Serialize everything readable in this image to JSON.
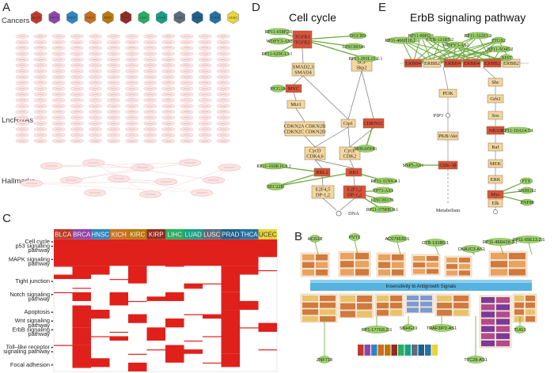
{
  "panels": {
    "A": {
      "label": "A",
      "side_labels": {
        "cancers": "Cancers",
        "lncrnas": "LncRNAs",
        "hallmarks": "Hallmarks"
      },
      "cancers": [
        {
          "abbr": "BLCA",
          "color": "#c0392b"
        },
        {
          "abbr": "BRCA",
          "color": "#8e44ad"
        },
        {
          "abbr": "HNSC",
          "color": "#2e86c1"
        },
        {
          "abbr": "KICH",
          "color": "#ca6f1e"
        },
        {
          "abbr": "KIRC",
          "color": "#b9770e"
        },
        {
          "abbr": "KIRP",
          "color": "#922b21"
        },
        {
          "abbr": "LIHC",
          "color": "#27ae60"
        },
        {
          "abbr": "LUAD",
          "color": "#16a085"
        },
        {
          "abbr": "LUSC",
          "color": "#5d6d7e"
        },
        {
          "abbr": "PRAD",
          "color": "#1f618d"
        },
        {
          "abbr": "THCA",
          "color": "#2471a3"
        },
        {
          "abbr": "UCEC",
          "color": "#e9d43c"
        }
      ]
    },
    "C": {
      "label": "C",
      "pathways": [
        {
          "name": "Cell cycle",
          "row": 0
        },
        {
          "name": "p53 signaling",
          "row": 1
        },
        {
          "name": "pathway",
          "row": 2
        },
        {
          "name": "MAPK signaling",
          "row": 4
        },
        {
          "name": "pathway",
          "row": 5
        },
        {
          "name": "Tight junction",
          "row": 9
        },
        {
          "name": "Notch signaling",
          "row": 12
        },
        {
          "name": "pathway",
          "row": 13
        },
        {
          "name": "Apoptosis",
          "row": 16
        },
        {
          "name": "Wnt signaling",
          "row": 18
        },
        {
          "name": "pathway",
          "row": 19
        },
        {
          "name": "ErbB signaling",
          "row": 20
        },
        {
          "name": "pathway",
          "row": 21
        },
        {
          "name": "Toll–like receptor",
          "row": 24
        },
        {
          "name": "signaling pathway",
          "row": 25
        },
        {
          "name": "Focal adhesion",
          "row": 28
        }
      ]
    },
    "D": {
      "label": "D",
      "title": "Cell cycle",
      "genes": [
        {
          "id": "tgfb",
          "lines": [
            "TGFB1",
            "TGFB2"
          ],
          "fill": "#d9533a"
        },
        {
          "id": "smad",
          "lines": [
            "SMAD2,3",
            "SMAD4"
          ],
          "fill": "#f3d7a0"
        },
        {
          "id": "scf",
          "lines": [
            "SCF",
            "Skp2"
          ],
          "fill": "#f3d7a0"
        },
        {
          "id": "myc",
          "lines": [
            "MYC"
          ],
          "fill": "#d9533a"
        },
        {
          "id": "miz1",
          "lines": [
            "Miz1"
          ],
          "fill": "#f3d7a0"
        },
        {
          "id": "cdkn2",
          "lines": [
            "CDKN2A CDKN2B",
            "CDKN2C CDKN2D"
          ],
          "fill": "#f3d7a0"
        },
        {
          "id": "cip1",
          "lines": [
            "Cip1"
          ],
          "fill": "#f3d7a0"
        },
        {
          "id": "cdkn1c",
          "lines": [
            "CDKN1C"
          ],
          "fill": "#d9533a"
        },
        {
          "id": "cycd",
          "lines": [
            "CycD",
            "CDK4,6"
          ],
          "fill": "#f3d7a0"
        },
        {
          "id": "cyce",
          "lines": [
            "CycE",
            "CDK2"
          ],
          "fill": "#f3d7a0"
        },
        {
          "id": "rbl2",
          "lines": [
            "RBL2"
          ],
          "fill": "#d9533a"
        },
        {
          "id": "rb1",
          "lines": [
            "RB1"
          ],
          "fill": "#d9533a"
        },
        {
          "id": "e2f45",
          "lines": [
            "E2F4,5",
            "DP-1,2"
          ],
          "fill": "#f3d7a0"
        },
        {
          "id": "e2f12",
          "lines": [
            "E2F1,2",
            "DP-1,2"
          ],
          "fill": "#d9533a"
        }
      ],
      "lncrnas": [
        {
          "id": "l1",
          "text": "RP11-658F2.1"
        },
        {
          "id": "l2",
          "text": "WDFY3-AS2"
        },
        {
          "id": "l3",
          "text": "RP11-629G13.1"
        },
        {
          "id": "l4",
          "text": "DGCR9"
        },
        {
          "id": "l5",
          "text": "LINC00341"
        },
        {
          "id": "l6",
          "text": "RP11-291L15.2.1"
        },
        {
          "id": "l7",
          "text": "HCG18"
        },
        {
          "id": "l8",
          "text": "MIR205HG"
        },
        {
          "id": "l9",
          "text": "RP11-169K16.9.1"
        },
        {
          "id": "l10",
          "text": "SEC22B"
        },
        {
          "id": "l11",
          "text": "RP11-11N9.4.1"
        },
        {
          "id": "l12",
          "text": "TP73-AS1"
        },
        {
          "id": "l13",
          "text": "LINC00176"
        },
        {
          "id": "l14",
          "text": "RP11-379H6.6.1"
        }
      ],
      "dna": "DNA"
    },
    "E": {
      "label": "E",
      "title": "ErbB signaling pathway",
      "receptors": [
        {
          "id": "r1",
          "text": "ERBB4",
          "fill": "#d9533a"
        },
        {
          "id": "r2",
          "text": "ERBB2",
          "fill": "#f3d7a0"
        },
        {
          "id": "r3",
          "text": "ERBB4",
          "fill": "#d9533a"
        },
        {
          "id": "r4",
          "text": "ERBB4",
          "fill": "#d9533a"
        },
        {
          "id": "r5",
          "text": "ERBB2",
          "fill": "#d9533a"
        },
        {
          "id": "r6",
          "text": "ERBB2",
          "fill": "#f3d7a0"
        }
      ],
      "nodes": [
        {
          "id": "pi3k",
          "text": "PI3K",
          "fill": "#f3d7a0"
        },
        {
          "id": "pkb",
          "text": "PKB/Akt",
          "fill": "#f3d7a0"
        },
        {
          "id": "gsk",
          "text": "GSK-3β",
          "fill": "#d9533a"
        },
        {
          "id": "shc",
          "text": "Shc",
          "fill": "#f3d7a0"
        },
        {
          "id": "grb2",
          "text": "Grb2",
          "fill": "#f3d7a0"
        },
        {
          "id": "sos",
          "text": "Sos",
          "fill": "#f3d7a0"
        },
        {
          "id": "nras",
          "text": "NRAS",
          "fill": "#d9533a"
        },
        {
          "id": "raf",
          "text": "Raf",
          "fill": "#f3d7a0"
        },
        {
          "id": "mek",
          "text": "MEK",
          "fill": "#f3d7a0"
        },
        {
          "id": "erk",
          "text": "ERK",
          "fill": "#f3d7a0"
        },
        {
          "id": "myc",
          "text": "Myc",
          "fill": "#d9533a"
        },
        {
          "id": "elk",
          "text": "Elk",
          "fill": "#f3d7a0"
        }
      ],
      "lncrnas": [
        {
          "id": "e1",
          "text": "RP11-466H18.1.1"
        },
        {
          "id": "e2",
          "text": "RP11-80H2.1"
        },
        {
          "id": "e3",
          "text": "CTB-131B5.2"
        },
        {
          "id": "e4",
          "text": "WDFY3-AS2"
        },
        {
          "id": "e5",
          "text": "RP11-322E1.2"
        },
        {
          "id": "e6",
          "text": "PTGS2"
        },
        {
          "id": "e7",
          "text": "RP11-5O45.2"
        },
        {
          "id": "e8",
          "text": "XIST"
        },
        {
          "id": "e9",
          "text": "RP11-10A14.5.1"
        },
        {
          "id": "e10",
          "text": "SNP5-AS1"
        },
        {
          "id": "e11",
          "text": "FTX"
        },
        {
          "id": "e12",
          "text": "SNHG12"
        },
        {
          "id": "e13",
          "text": "ZNF88"
        }
      ],
      "pip3": "PIP3",
      "metabolism": "Metabolism"
    },
    "B": {
      "label": "B",
      "banner": "Insensitivity to Antigrowth Signals",
      "top_lncrnas": [
        {
          "id": "b1",
          "text": "HCG18"
        },
        {
          "id": "b2",
          "text": "PVT1"
        },
        {
          "id": "b3",
          "text": "AC079630.1"
        },
        {
          "id": "b4",
          "text": "CTB-131B5.1"
        },
        {
          "id": "b5",
          "text": "DNAJC3-AS1"
        },
        {
          "id": "b6",
          "text": "RP11-466H18.3.1"
        },
        {
          "id": "b7",
          "text": "RP11-65E13.2.1"
        }
      ],
      "bottom_lncrnas": [
        {
          "id": "b8",
          "text": "ZNF718"
        },
        {
          "id": "b9",
          "text": "RP1-177G6.2.1"
        },
        {
          "id": "b10",
          "text": "SNHG19"
        },
        {
          "id": "b11",
          "text": "TRAF3IP2-AS1"
        },
        {
          "id": "b12",
          "text": "TTC28-AS1"
        },
        {
          "id": "b13",
          "text": "TUG1"
        }
      ]
    }
  }
}
